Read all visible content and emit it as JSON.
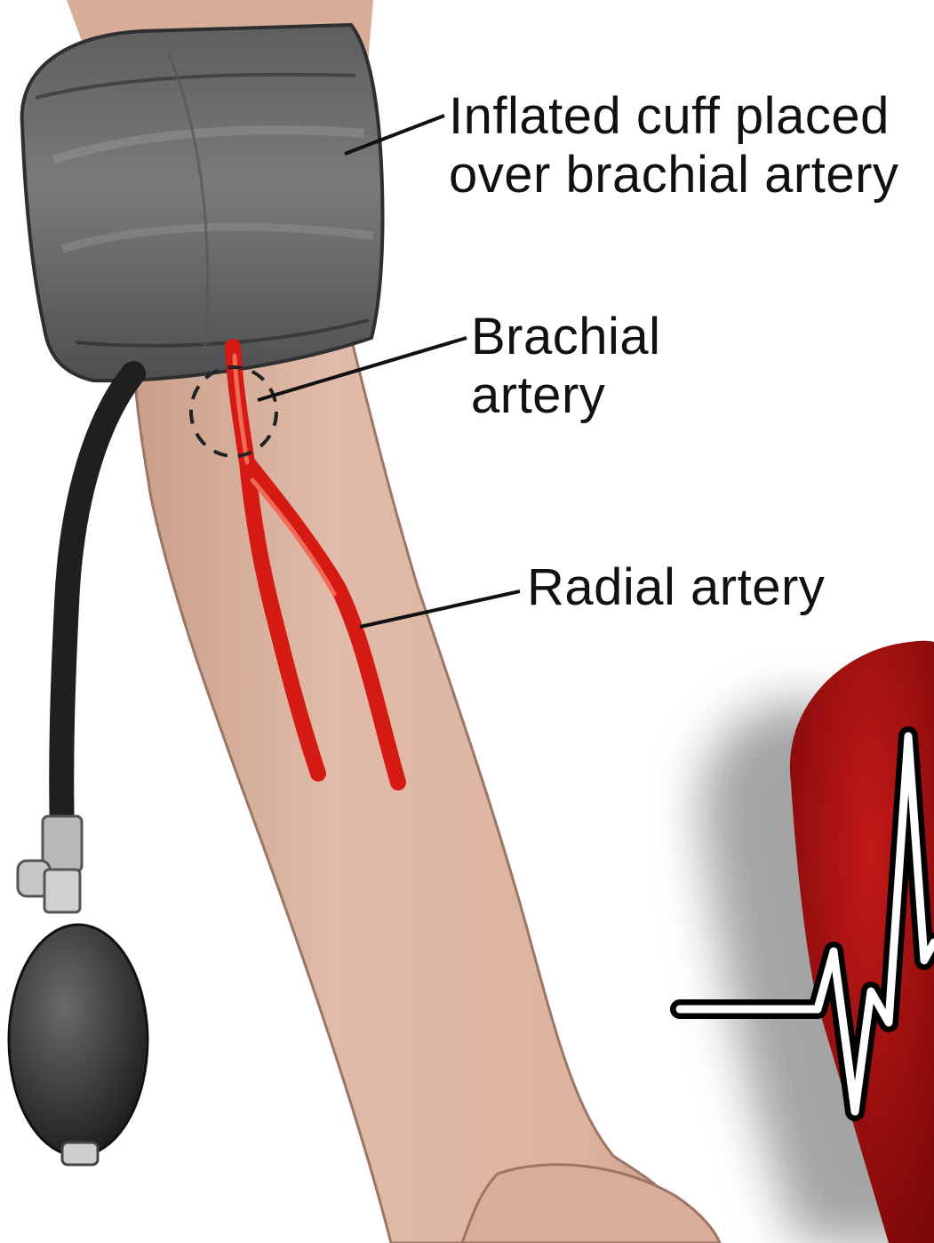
{
  "labels": {
    "cuff": {
      "line1": "Inflated cuff placed",
      "line2": "over brachial artery"
    },
    "brachial": {
      "line1": "Brachial",
      "line2": "artery"
    },
    "radial": {
      "line1": "Radial artery"
    }
  },
  "colors": {
    "background": "#ffffff",
    "skin": "#dbb39f",
    "cuff": "#6f6f71",
    "artery": "#d41a12",
    "tube": "#222222",
    "heart": "#9b0d0d",
    "text": "#111111"
  },
  "icons": {
    "heart": "heart-icon",
    "pulse": "heartbeat-line-icon"
  }
}
